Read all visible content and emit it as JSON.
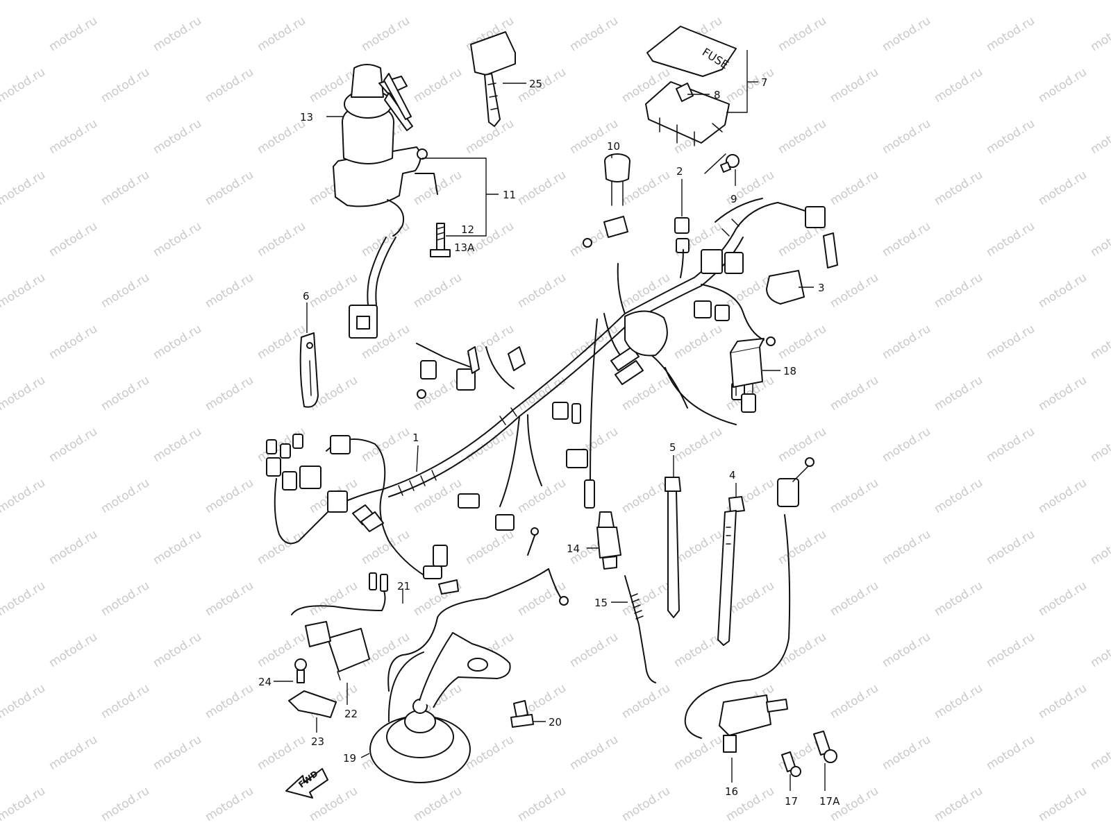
{
  "watermark": {
    "text": "motod.ru"
  },
  "callouts": [
    {
      "id": "1",
      "label": "1"
    },
    {
      "id": "2",
      "label": "2"
    },
    {
      "id": "3",
      "label": "3"
    },
    {
      "id": "4",
      "label": "4"
    },
    {
      "id": "5",
      "label": "5"
    },
    {
      "id": "6",
      "label": "6"
    },
    {
      "id": "7",
      "label": "7"
    },
    {
      "id": "8",
      "label": "8"
    },
    {
      "id": "9",
      "label": "9"
    },
    {
      "id": "10",
      "label": "10"
    },
    {
      "id": "11",
      "label": "11"
    },
    {
      "id": "12",
      "label": "12"
    },
    {
      "id": "13",
      "label": "13"
    },
    {
      "id": "13A",
      "label": "13A"
    },
    {
      "id": "14",
      "label": "14"
    },
    {
      "id": "15",
      "label": "15"
    },
    {
      "id": "16",
      "label": "16"
    },
    {
      "id": "17",
      "label": "17"
    },
    {
      "id": "17A",
      "label": "17A"
    },
    {
      "id": "18",
      "label": "18"
    },
    {
      "id": "19",
      "label": "19"
    },
    {
      "id": "20",
      "label": "20"
    },
    {
      "id": "21",
      "label": "21"
    },
    {
      "id": "22",
      "label": "22"
    },
    {
      "id": "23",
      "label": "23"
    },
    {
      "id": "24",
      "label": "24"
    },
    {
      "id": "25",
      "label": "25"
    }
  ],
  "fuse_box": {
    "cover_text": "FUSE"
  },
  "direction_arrow": {
    "text": "FWD"
  }
}
